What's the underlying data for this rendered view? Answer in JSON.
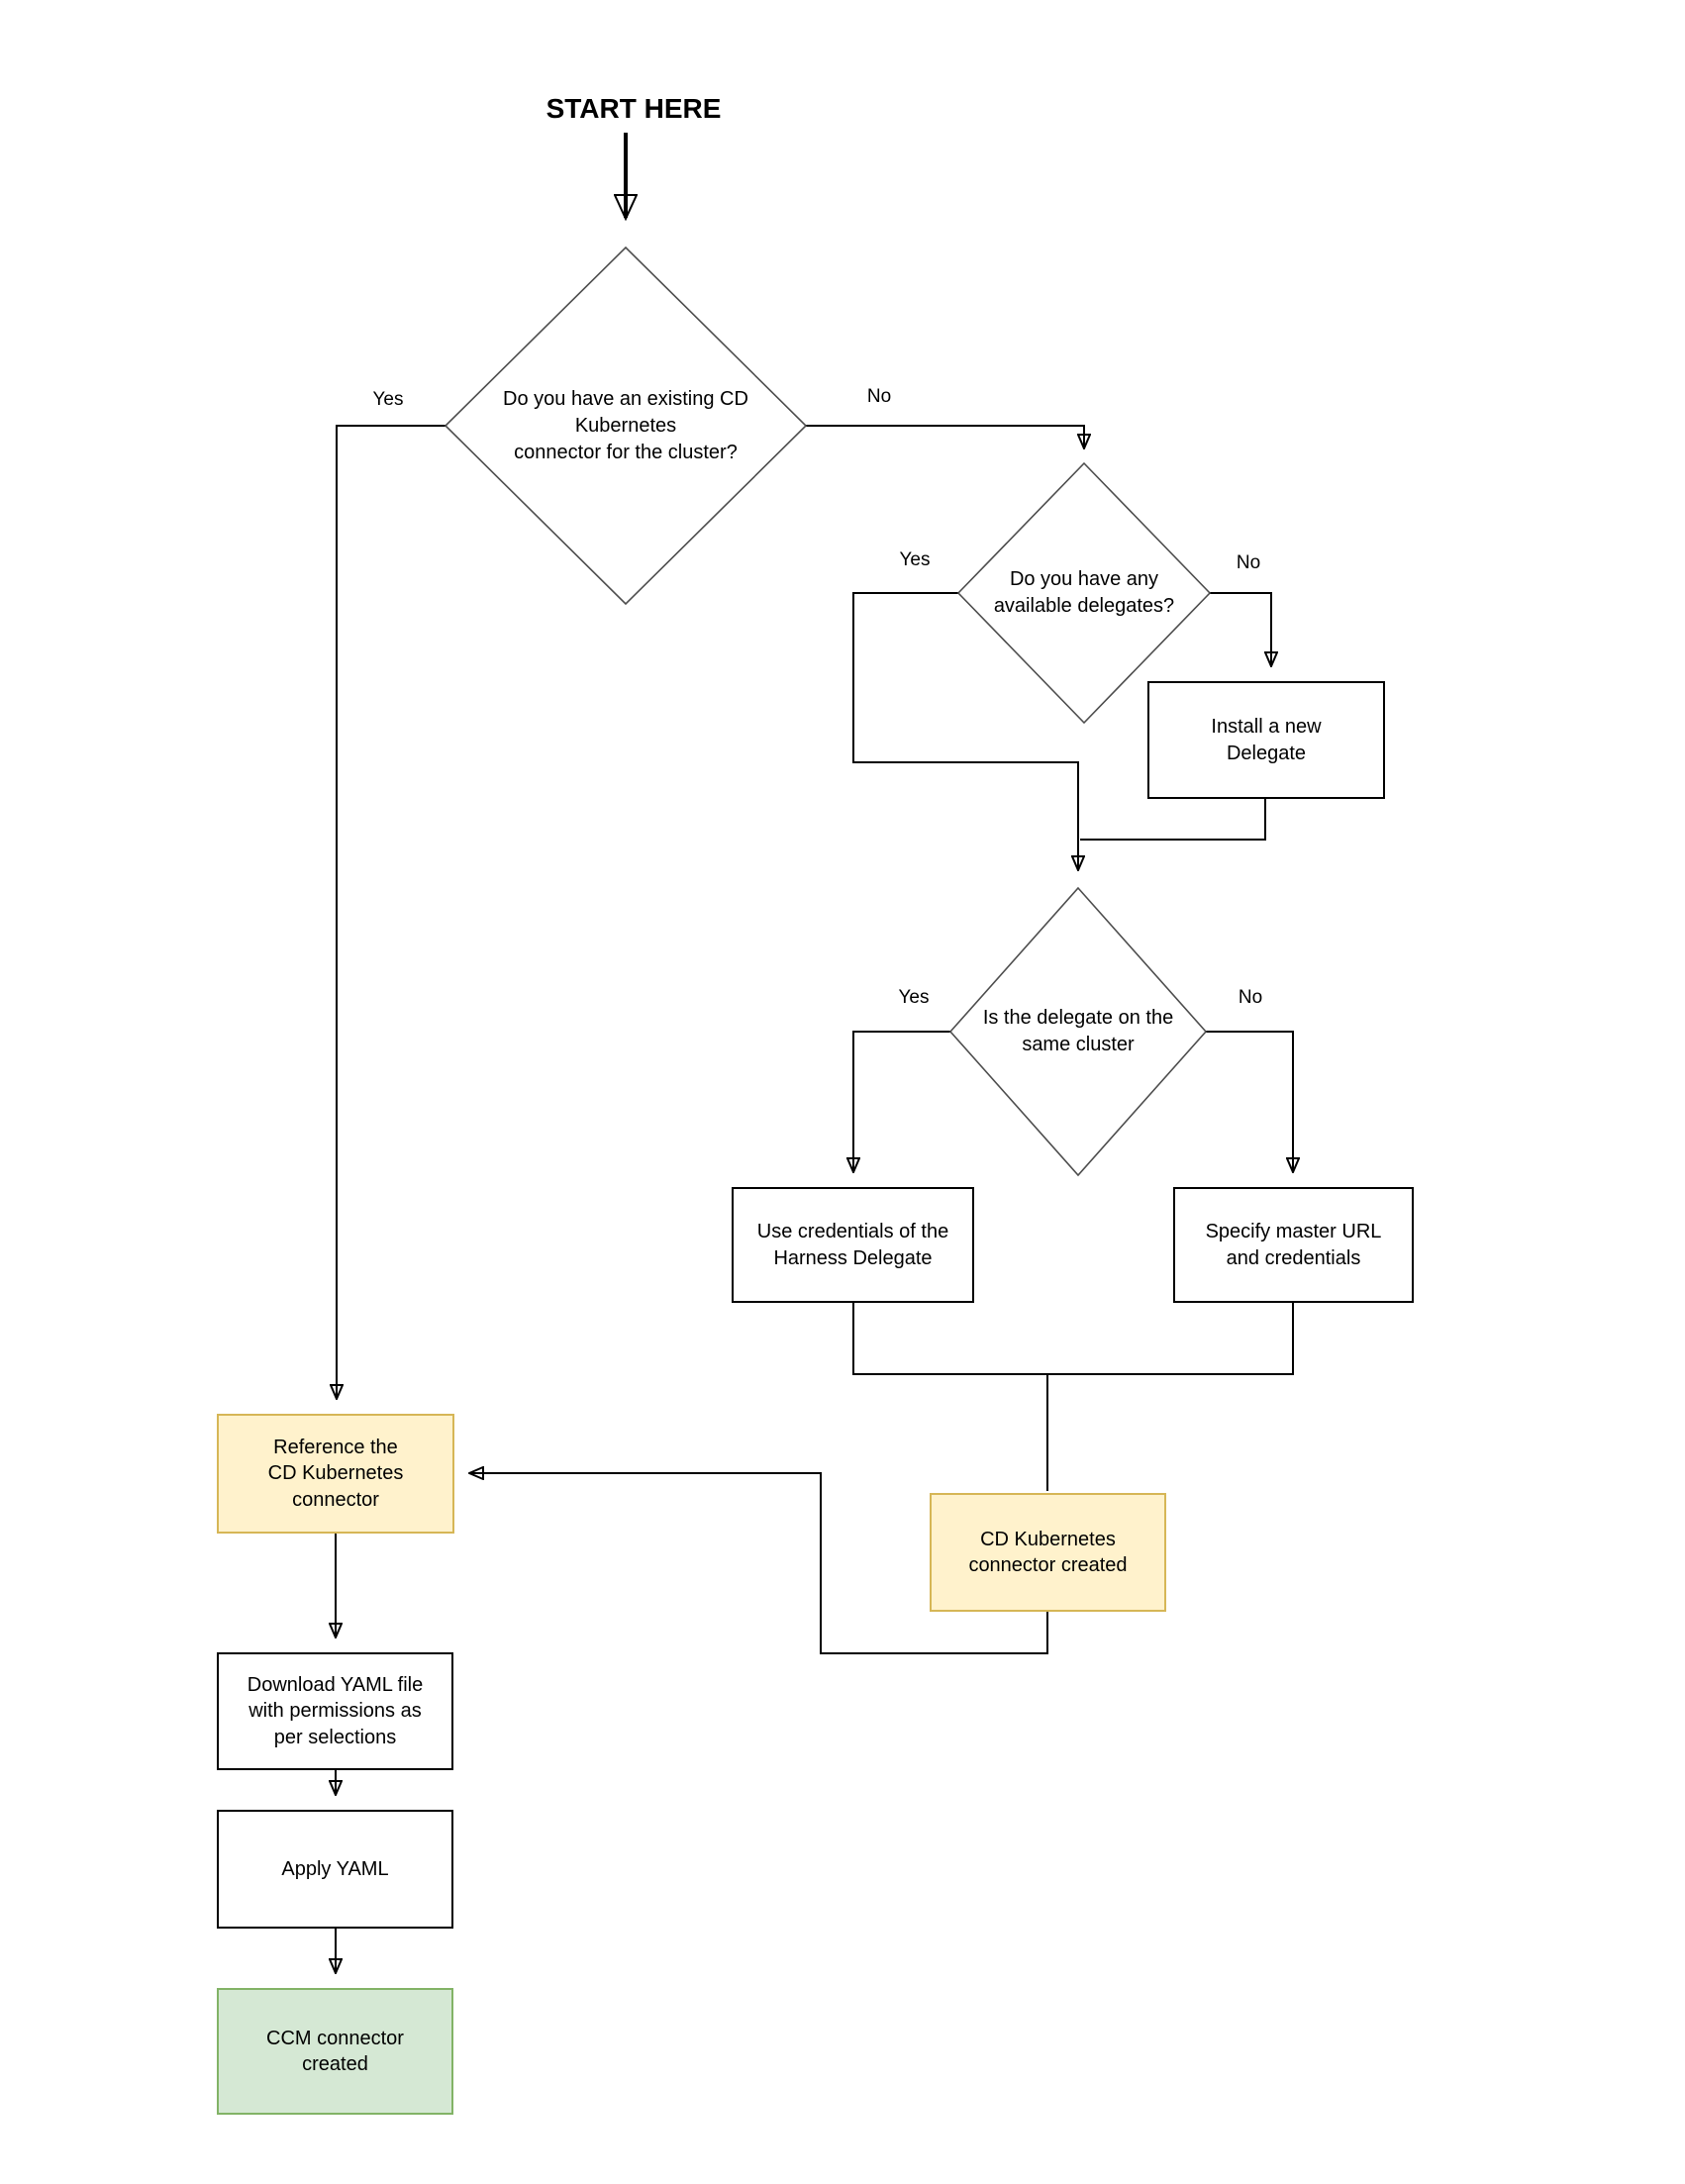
{
  "colors": {
    "background": "#ffffff",
    "connector_line": "#000000",
    "decision_stroke": "#4d4d4d",
    "process_fill": "#ffffff",
    "process_stroke": "#000000",
    "highlight_fill": "#fff2cc",
    "highlight_stroke": "#d6b656",
    "success_fill": "#d5e8d4",
    "success_stroke": "#82b366"
  },
  "start": {
    "label": "START HERE"
  },
  "decisions": {
    "existing_connector": {
      "question": "Do you have an existing CD\nKubernetes\nconnector for the cluster?",
      "yes_label": "Yes",
      "no_label": "No"
    },
    "available_delegates": {
      "question": "Do you have any\navailable delegates?",
      "yes_label": "Yes",
      "no_label": "No"
    },
    "delegate_same_cluster": {
      "question": "Is the delegate on the\nsame cluster",
      "yes_label": "Yes",
      "no_label": "No"
    }
  },
  "processes": {
    "install_delegate": {
      "label": "Install a new\nDelegate"
    },
    "use_delegate_credentials": {
      "label": "Use credentials of the\nHarness Delegate"
    },
    "specify_master_url": {
      "label": "Specify master URL\nand credentials"
    },
    "cd_connector_created": {
      "label": "CD Kubernetes\nconnector created"
    },
    "reference_connector": {
      "label": "Reference the\nCD Kubernetes\nconnector"
    },
    "download_yaml": {
      "label": "Download YAML file\nwith permissions as\nper selections"
    },
    "apply_yaml": {
      "label": "Apply YAML"
    },
    "ccm_connector_created": {
      "label": "CCM connector\ncreated"
    }
  }
}
